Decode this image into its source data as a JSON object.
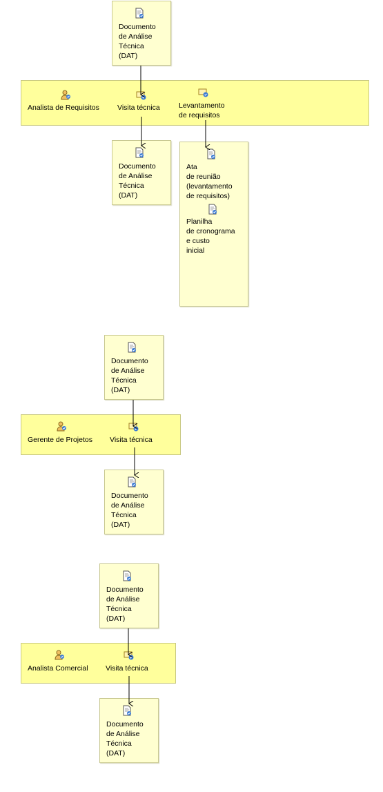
{
  "colors": {
    "artifact_fill": "#ffffd0",
    "lane_fill": "#ffff9c",
    "border": "#c8c890",
    "connector": "#000000"
  },
  "diagrams": [
    {
      "input_artifact": "Documento\nde Análise\nTécnica\n(DAT)",
      "role": "Analista de Requisitos",
      "tasks": [
        "Visita técnica",
        "Levantamento\nde requisitos"
      ],
      "outputs": {
        "visita": "Documento\nde Análise\nTécnica\n(DAT)",
        "levantamento_1": "Ata\nde reunião\n(levantamento\nde requisitos)",
        "levantamento_2": "Planilha\nde cronograma\ne custo\ninicial"
      }
    },
    {
      "input_artifact": "Documento\nde Análise\nTécnica\n(DAT)",
      "role": "Gerente de Projetos",
      "tasks": [
        "Visita técnica"
      ],
      "outputs": {
        "visita": "Documento\nde Análise\nTécnica\n(DAT)"
      }
    },
    {
      "input_artifact": "Documento\nde Análise\nTécnica\n(DAT)",
      "role": "Analista Comercial",
      "tasks": [
        "Visita técnica"
      ],
      "outputs": {
        "visita": "Documento\nde Análise\nTécnica\n(DAT)"
      }
    }
  ]
}
